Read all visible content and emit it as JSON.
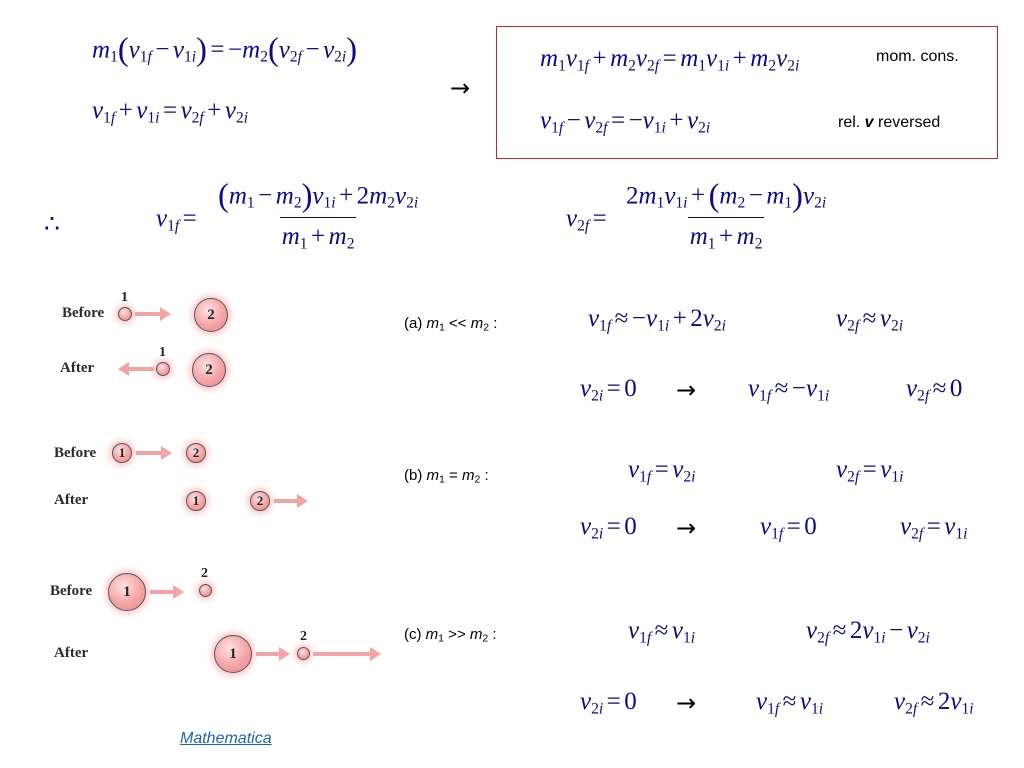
{
  "box": {
    "mom_label": "mom. cons.",
    "rel_prefix": "rel. ",
    "rel_v": "v",
    "rel_suffix": " reversed"
  },
  "diagram": {
    "before": "Before",
    "after": "After",
    "ball1": "1",
    "ball2": "2"
  },
  "cases": {
    "a": {
      "prefix": "(a)  ",
      "m": "m",
      "s1": "1",
      "rel": " << ",
      "s2": "2",
      "colon": " :"
    },
    "b": {
      "prefix": "(b)  ",
      "m": "m",
      "s1": "1",
      "rel": " = ",
      "s2": "2",
      "colon": " :"
    },
    "c": {
      "prefix": "(c)  ",
      "m": "m",
      "s1": "1",
      "rel": " >> ",
      "s2": "2",
      "colon": " :"
    }
  },
  "link": {
    "label": "Mathematica"
  },
  "colors": {
    "math": "#0a0a8c",
    "box_border": "#c62828",
    "ball_fill": "#f4a4a4",
    "velocity_arrow": "#f3a3a3",
    "link": "#1565c0"
  }
}
